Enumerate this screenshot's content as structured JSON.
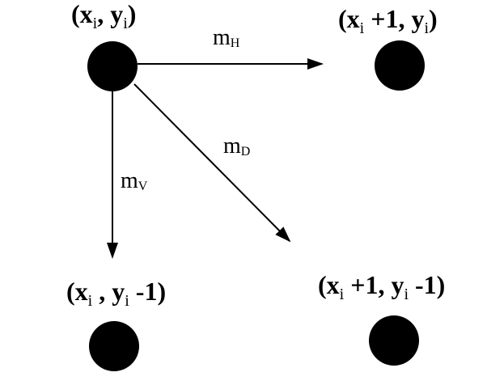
{
  "nodes": [
    {
      "id": "origin",
      "label": {
        "a": "(x",
        "a_sub": "i",
        "b": ", y",
        "b_sub": "i",
        "c": ")"
      }
    },
    {
      "id": "right",
      "label": {
        "a": "(x",
        "a_sub": "i",
        "b": " +1, y",
        "b_sub": "i",
        "c": ")"
      }
    },
    {
      "id": "down",
      "label": {
        "a": "(x",
        "a_sub": "i",
        "b": " , y",
        "b_sub": "i",
        "c": " -1)"
      }
    },
    {
      "id": "diag",
      "label": {
        "a": "(x",
        "a_sub": "i",
        "b": " +1, y",
        "b_sub": "i",
        "c": " -1)"
      }
    }
  ],
  "moves": [
    {
      "id": "horizontal",
      "label": {
        "m": "m",
        "sub": "H"
      }
    },
    {
      "id": "diagonal",
      "label": {
        "m": "m",
        "sub": "D"
      }
    },
    {
      "id": "vertical",
      "label": {
        "m": "m",
        "sub": "V"
      }
    }
  ]
}
